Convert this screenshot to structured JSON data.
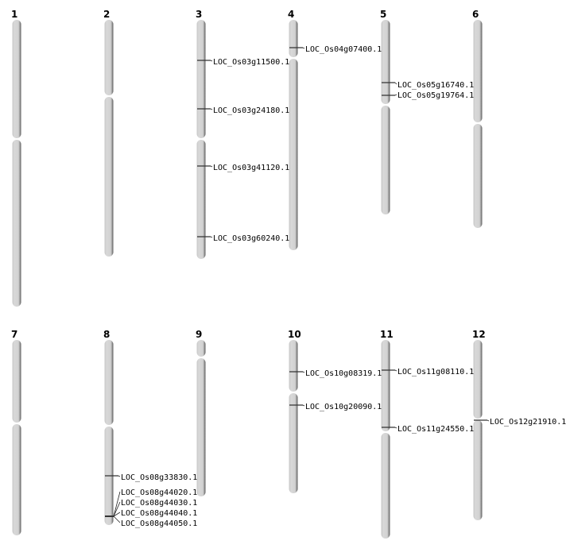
{
  "chromosomes": [
    {
      "name": "1",
      "genes": []
    },
    {
      "name": "2",
      "genes": []
    },
    {
      "name": "3",
      "genes": [
        "LOC_Os03g11500.1",
        "LOC_Os03g24180.1",
        "LOC_Os03g41120.1",
        "LOC_Os03g60240.1"
      ]
    },
    {
      "name": "4",
      "genes": [
        "LOC_Os04g07400.1"
      ]
    },
    {
      "name": "5",
      "genes": [
        "LOC_Os05g16740.1",
        "LOC_Os05g19764.1"
      ]
    },
    {
      "name": "6",
      "genes": []
    },
    {
      "name": "7",
      "genes": []
    },
    {
      "name": "8",
      "genes": [
        "LOC_Os08g33830.1",
        "LOC_Os08g44020.1",
        "LOC_Os08g44030.1",
        "LOC_Os08g44040.1",
        "LOC_Os08g44050.1"
      ]
    },
    {
      "name": "9",
      "genes": []
    },
    {
      "name": "10",
      "genes": [
        "LOC_Os10g08319.1",
        "LOC_Os10g20090.1"
      ]
    },
    {
      "name": "11",
      "genes": [
        "LOC_Os11g08110.1",
        "LOC_Os11g24550.1"
      ]
    },
    {
      "name": "12",
      "genes": [
        "LOC_Os12g21910.1"
      ]
    }
  ],
  "colors": {
    "chromosome": "#d4d4d4",
    "shadow": "#777777",
    "marker": "#333333"
  }
}
